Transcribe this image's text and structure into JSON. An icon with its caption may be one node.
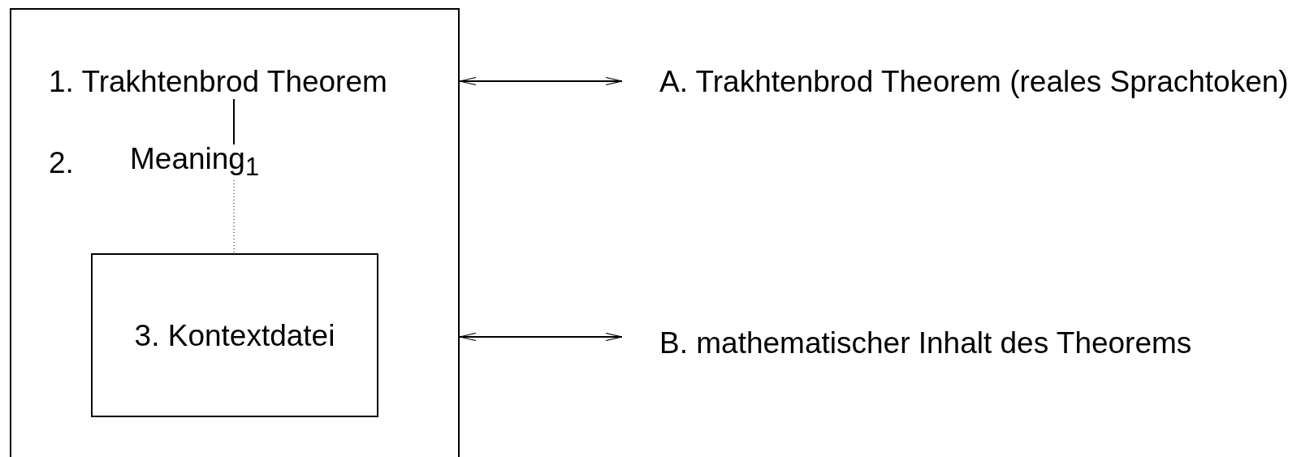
{
  "diagram": {
    "nodes": [
      {
        "text": [],
        "shape": "box"
      },
      {
        "text": [
          "1. Trakhtenbrod Theorem"
        ],
        "in": 0
      },
      {
        "text": [
          "2.",
          "Meaning$_{1}$"
        ],
        "in": 0
      },
      {
        "text": [
          "3. Kontextdatei"
        ],
        "in": 0
      },
      {
        "text": [
          "A. Trakhtenbrod Theorem (reales Sprachtoken)"
        ]
      },
      {
        "text": [
          "B. mathematischer Inhalt des Theorems"
        ]
      }
    ],
    "edges": [
      {
        "from": 1,
        "to": 2,
        "arrow": "none"
      },
      {
        "from": 2,
        "to": 3,
        "arrow": "none",
        "style": "dashed"
      },
      {
        "from": 0,
        "to": 4,
        "arrow": "both"
      },
      {
        "from": 0,
        "to": 5,
        "arrow": "both"
      }
    ]
  }
}
